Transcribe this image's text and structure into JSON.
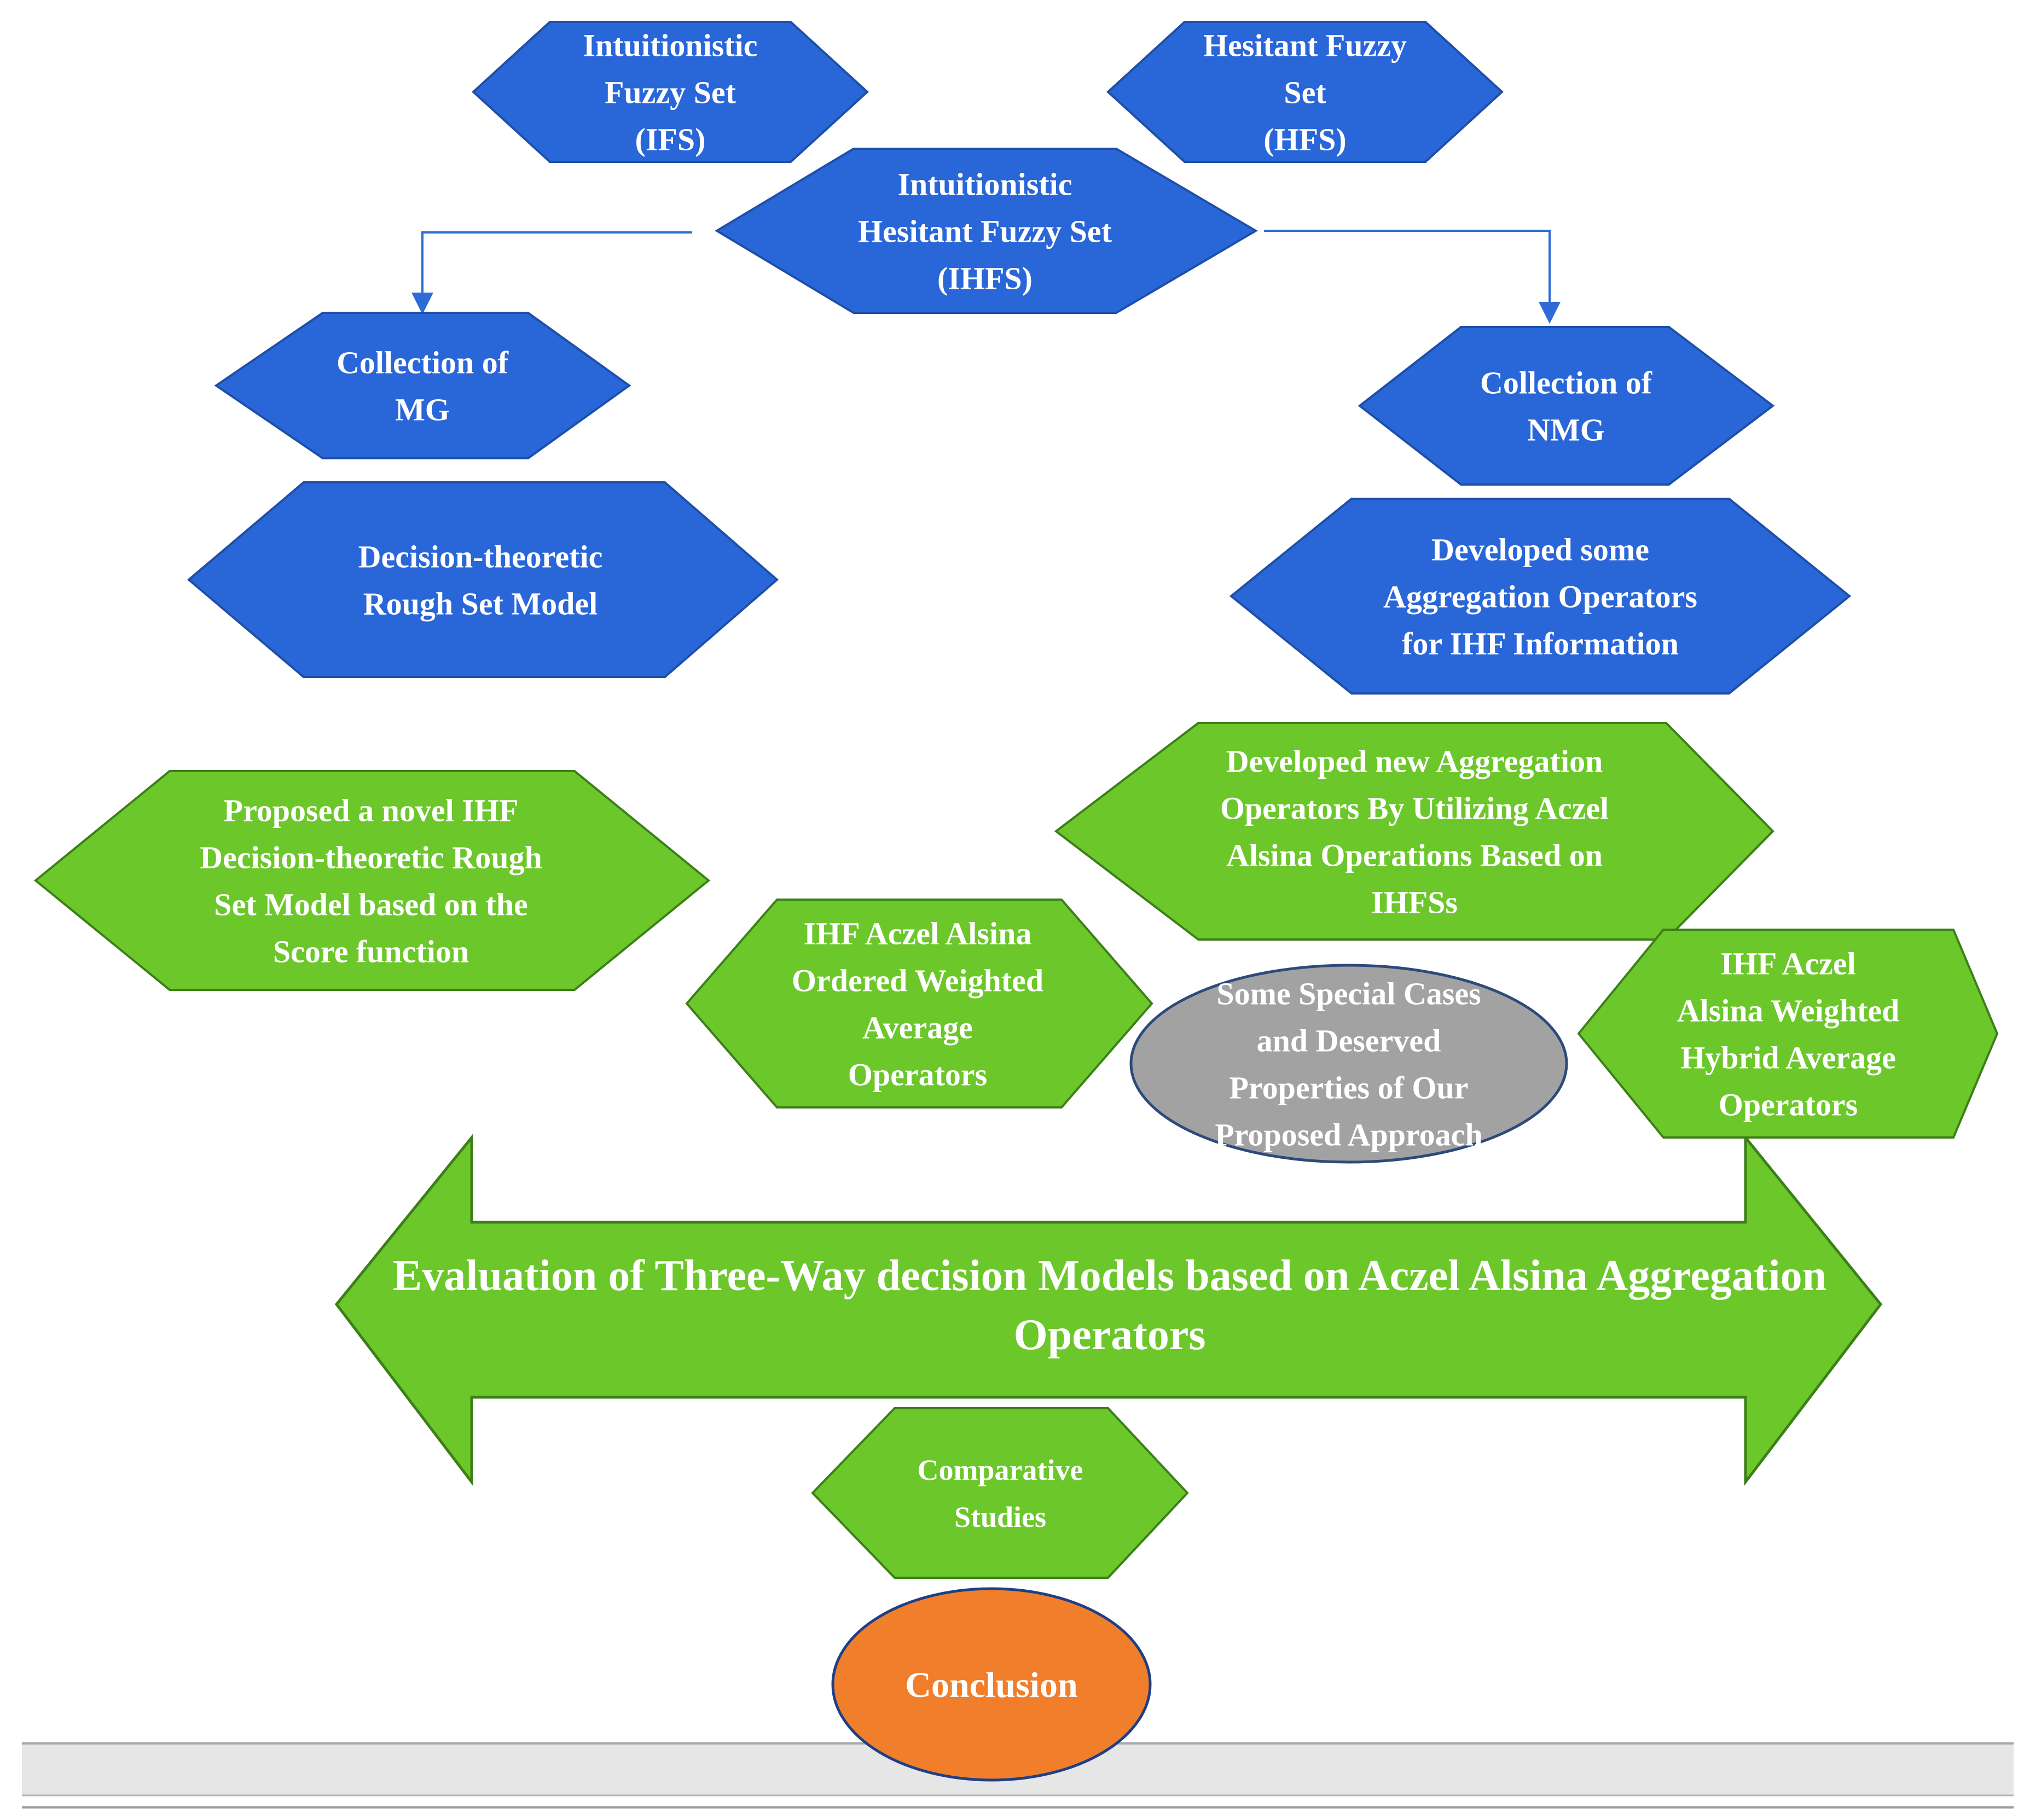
{
  "colors": {
    "blue": "#2966D8",
    "blue_stroke": "#1E4FA8",
    "green": "#6CC72B",
    "green_stroke": "#3C7F18",
    "gray": "#A2A2A2",
    "gray_stroke": "#2E4A7A",
    "orange": "#F07E2B",
    "orange_stroke": "#1E3F86",
    "connector": "#2F6BD8",
    "bar": "#E6E6E6"
  },
  "nodes": {
    "ifs": {
      "lines": [
        "Intuitionistic",
        "Fuzzy  Set",
        "(IFS)"
      ]
    },
    "hfs": {
      "lines": [
        "Hesitant Fuzzy",
        "Set",
        "(HFS)"
      ]
    },
    "ihfs": {
      "lines": [
        "Intuitionistic",
        "Hesitant Fuzzy Set",
        "(IHFS)"
      ]
    },
    "mg": {
      "lines": [
        "Collection of",
        "MG"
      ]
    },
    "nmg": {
      "lines": [
        "Collection of",
        "NMG"
      ]
    },
    "dtrs": {
      "lines": [
        "Decision-theoretic",
        "Rough Set Model"
      ]
    },
    "agg_ops": {
      "lines": [
        "Developed some",
        "Aggregation Operators",
        "for IHF Information"
      ]
    },
    "novel_dtrs": {
      "lines": [
        "Proposed a novel IHF",
        "Decision-theoretic Rough",
        "Set Model based on the",
        "Score function"
      ]
    },
    "new_agg": {
      "lines": [
        "Developed new Aggregation",
        "Operators  By Utilizing Aczel",
        "Alsina  Operations Based on",
        "IHFSs"
      ]
    },
    "owa": {
      "lines": [
        "IHF Aczel Alsina",
        "Ordered Weighted",
        "Average",
        "Operators"
      ]
    },
    "special": {
      "lines": [
        "Some Special Cases",
        "and Deserved",
        "Properties of Our",
        "Proposed Approach"
      ]
    },
    "hybrid": {
      "lines": [
        "IHF Aczel",
        "Alsina Weighted",
        "Hybrid Average",
        "Operators"
      ]
    },
    "evaluation": {
      "lines": [
        "Evaluation of Three-Way decision Models based on Aczel Alsina Aggregation",
        "Operators"
      ]
    },
    "comparative": {
      "lines": [
        "Comparative",
        "Studies"
      ]
    },
    "conclusion": {
      "lines": [
        "Conclusion"
      ]
    }
  }
}
